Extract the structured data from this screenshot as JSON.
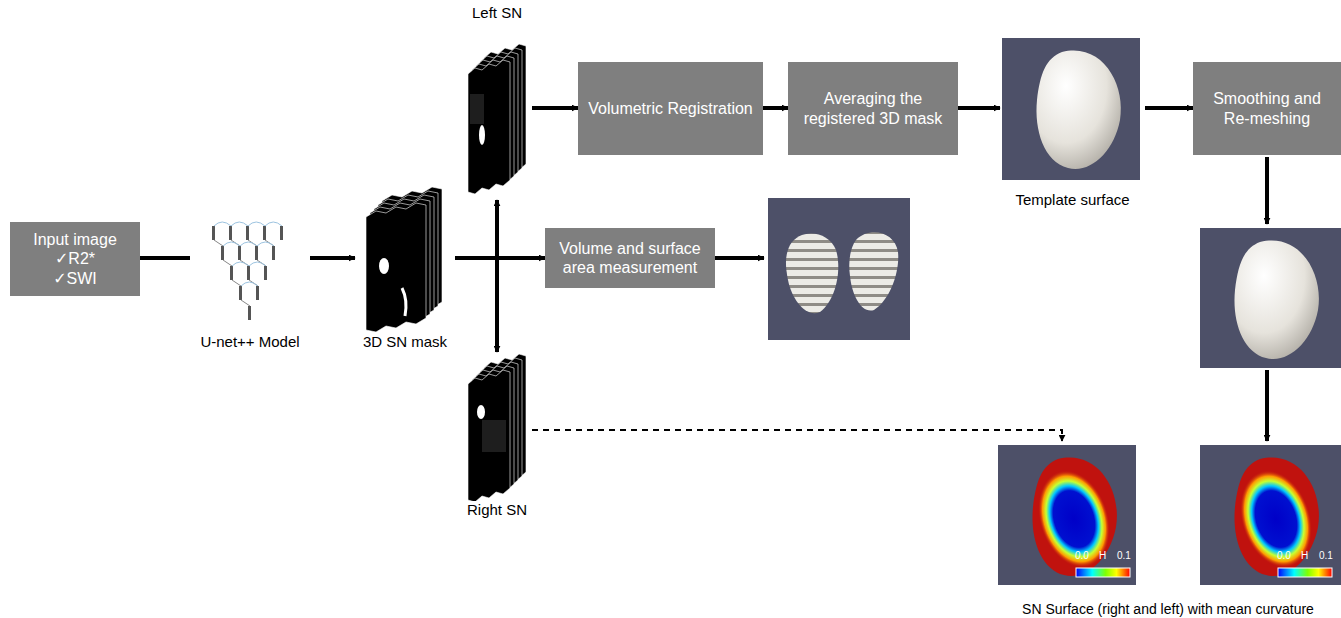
{
  "diagram": {
    "nodes": [
      {
        "text": [
          "Input image",
          "✓R2*",
          "✓SWI"
        ]
      },
      {
        "text": [
          "U-net++ Model"
        ]
      },
      {
        "text": [
          "3D SN mask"
        ]
      },
      {
        "text": [
          "Left SN"
        ]
      },
      {
        "text": [
          "Right SN"
        ]
      },
      {
        "text": [
          "Volumetric Registration"
        ]
      },
      {
        "text": [
          "Averaging the registered 3D mask"
        ]
      },
      {
        "text": [
          "Template surface"
        ]
      },
      {
        "text": [
          "Smoothing and Re-meshing"
        ]
      },
      {
        "text": [
          "Volume and surface area measurement"
        ]
      },
      {
        "text": [
          "SN Surface (right and left) with mean curvature"
        ]
      }
    ],
    "edges": [
      {
        "from": 0,
        "to": 1,
        "arrow": "none"
      },
      {
        "from": 1,
        "to": 2,
        "arrow": "to"
      },
      {
        "from": 2,
        "to": 3,
        "arrow": "to"
      },
      {
        "from": 2,
        "to": 9,
        "arrow": "to"
      },
      {
        "from": 2,
        "to": 4,
        "arrow": "to"
      },
      {
        "from": 3,
        "to": 5,
        "arrow": "to"
      },
      {
        "from": 5,
        "to": 6,
        "arrow": "to"
      },
      {
        "from": 6,
        "to": 7,
        "arrow": "to"
      },
      {
        "from": 7,
        "to": 8,
        "arrow": "to"
      },
      {
        "from": 4,
        "to": 10,
        "arrow": "to"
      }
    ],
    "labels": [
      "0.0",
      "H",
      "0.1",
      "0.0",
      "H",
      "0.1"
    ]
  }
}
